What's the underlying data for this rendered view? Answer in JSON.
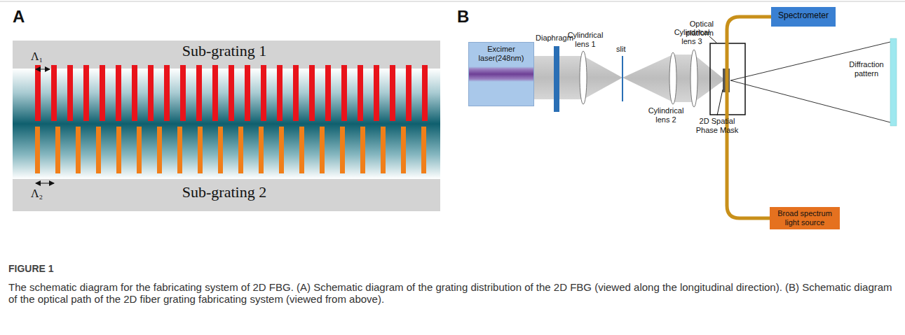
{
  "diagram": {
    "title": "FIGURE 1",
    "caption": "The schematic diagram for the fabricating system of 2D FBG. (A) Schematic diagram of the grating distribution of the 2D FBG (viewed along the longitudinal direction). (B) Schematic diagram of the optical path of the 2D fiber grating fabricating system (viewed from above).",
    "nodes": [
      {
        "text": [
          "Excimer laser(248nm)"
        ]
      },
      {
        "text": [
          "Spectrometer"
        ]
      },
      {
        "text": [
          "Broad spectrum light source"
        ]
      }
    ],
    "edges": [
      {
        "from": 1,
        "to": 2,
        "arrow": "none"
      }
    ],
    "labels": [
      "A",
      "Sub-grating 1",
      "Sub-grating 2",
      "Λ₁",
      "Λ₂",
      "B",
      "Diaphragm",
      "Cylindrical lens 1",
      "slit",
      "Cylindrical lens 2",
      "Cylindrical lens 3",
      "Optical platform",
      "2D Spatial Phase Mask",
      "Diffraction pattern"
    ]
  }
}
